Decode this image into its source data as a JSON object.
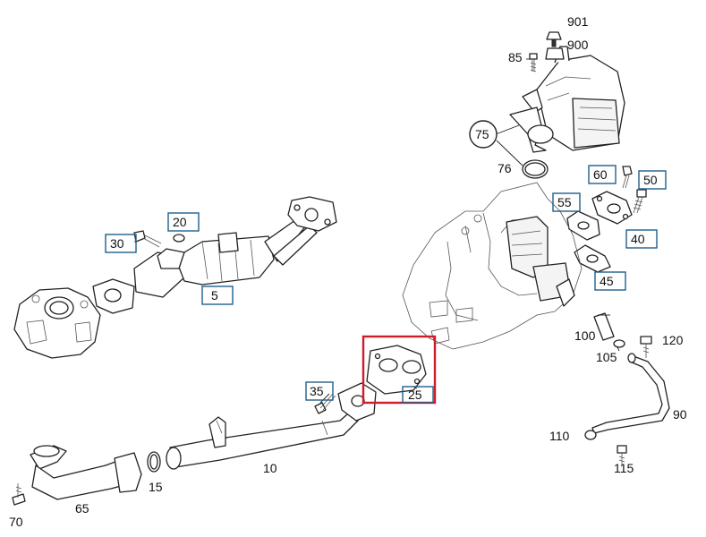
{
  "diagram": {
    "callouts": {
      "c901": "901",
      "c900": "900",
      "c85": "85",
      "c75": "75",
      "c76": "76",
      "c60": "60",
      "c50": "50",
      "c55": "55",
      "c40": "40",
      "c45": "45",
      "c20": "20",
      "c30": "30",
      "c5": "5",
      "c100": "100",
      "c120": "120",
      "c105": "105",
      "c35": "35",
      "c25": "25",
      "c90": "90",
      "c110": "110",
      "c115": "115",
      "c10": "10",
      "c15": "15",
      "c65": "65",
      "c70": "70"
    },
    "selected_part": "25",
    "colors": {
      "callout_box": "#1f5f8b",
      "selection_highlight": "#d01c2a",
      "line_art": "#222222"
    }
  }
}
